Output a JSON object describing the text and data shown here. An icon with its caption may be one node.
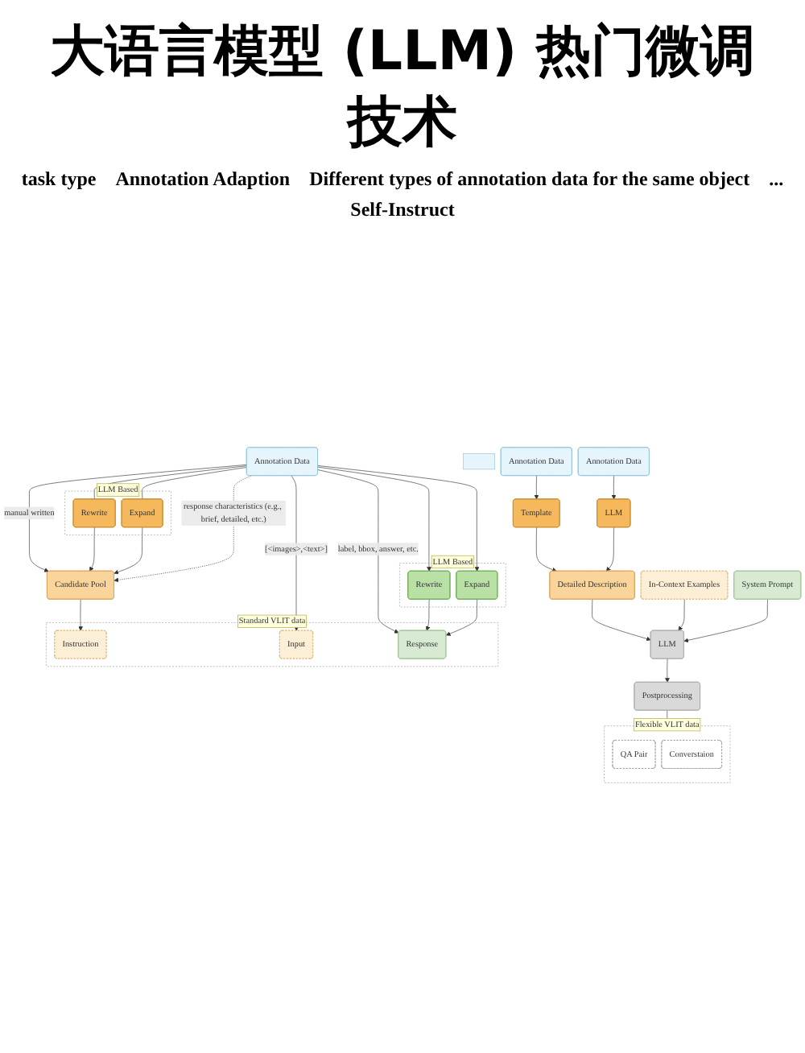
{
  "diagram": {
    "title": "大语言模型 (LLM) 热门微调技术",
    "nodes": [
      {
        "text": [
          "Annotation Data"
        ]
      },
      {
        "text": [
          "LLM Based"
        ]
      },
      {
        "text": [
          "Rewrite"
        ],
        "in": 1
      },
      {
        "text": [
          "Expand"
        ],
        "in": 1
      },
      {
        "text": [
          "Candidate Pool"
        ]
      },
      {
        "text": [
          "Standard VLIT data"
        ]
      },
      {
        "text": [
          "Instruction"
        ],
        "in": 5
      },
      {
        "text": [
          "Input"
        ],
        "in": 5
      },
      {
        "text": [
          "Response"
        ],
        "in": 5
      },
      {
        "text": [
          "LLM Based"
        ]
      },
      {
        "text": [
          "Rewrite"
        ],
        "in": 9
      },
      {
        "text": [
          "Expand"
        ],
        "in": 9
      },
      {
        "text": [],
        "shape": "box"
      },
      {
        "text": [
          "Annotation Data"
        ]
      },
      {
        "text": [
          "Annotation Data"
        ]
      },
      {
        "text": [
          "Template"
        ]
      },
      {
        "text": [
          "LLM"
        ]
      },
      {
        "text": [
          "Detailed Description"
        ]
      },
      {
        "text": [
          "In-Context Examples"
        ]
      },
      {
        "text": [
          "System Prompt"
        ]
      },
      {
        "text": [
          "LLM"
        ]
      },
      {
        "text": [
          "Postprocessing"
        ]
      },
      {
        "text": [
          "Flexible VLIT data"
        ]
      },
      {
        "text": [
          "QA Pair"
        ],
        "in": 22
      },
      {
        "text": [
          "Converstaion"
        ],
        "in": 22
      }
    ],
    "edges": [
      {
        "from": 0,
        "to": 4,
        "arrow": "to",
        "label": "manual written"
      },
      {
        "from": 0,
        "to": 2,
        "arrow": "none"
      },
      {
        "from": 0,
        "to": 3,
        "arrow": "none"
      },
      {
        "from": 2,
        "to": 4,
        "arrow": "to"
      },
      {
        "from": 3,
        "to": 4,
        "arrow": "to"
      },
      {
        "from": 4,
        "to": 6,
        "arrow": "to"
      },
      {
        "from": 0,
        "to": 4,
        "arrow": "to",
        "style": "dashed",
        "label": "response characteristics (e.g., brief, detailed, etc.)"
      },
      {
        "from": 0,
        "to": 7,
        "arrow": "to",
        "label": "[<images>,<text>]"
      },
      {
        "from": 0,
        "to": 8,
        "arrow": "to",
        "label": "label, bbox, answer, etc."
      },
      {
        "from": 0,
        "to": 10,
        "arrow": "to"
      },
      {
        "from": 0,
        "to": 11,
        "arrow": "to"
      },
      {
        "from": 10,
        "to": 8,
        "arrow": "to"
      },
      {
        "from": 11,
        "to": 8,
        "arrow": "to"
      },
      {
        "from": 13,
        "to": 15,
        "arrow": "to"
      },
      {
        "from": 15,
        "to": 17,
        "arrow": "to"
      },
      {
        "from": 14,
        "to": 16,
        "arrow": "to"
      },
      {
        "from": 16,
        "to": 17,
        "arrow": "to"
      },
      {
        "from": 17,
        "to": 20,
        "arrow": "to"
      },
      {
        "from": 18,
        "to": 20,
        "arrow": "to"
      },
      {
        "from": 19,
        "to": 20,
        "arrow": "to"
      },
      {
        "from": 20,
        "to": 21,
        "arrow": "to"
      },
      {
        "from": 21,
        "to": 22,
        "arrow": "to"
      }
    ],
    "labels": [
      "task type",
      "Annotation Adaption",
      "Different types of annotation data for the same object",
      "...",
      "Self-Instruct"
    ]
  }
}
